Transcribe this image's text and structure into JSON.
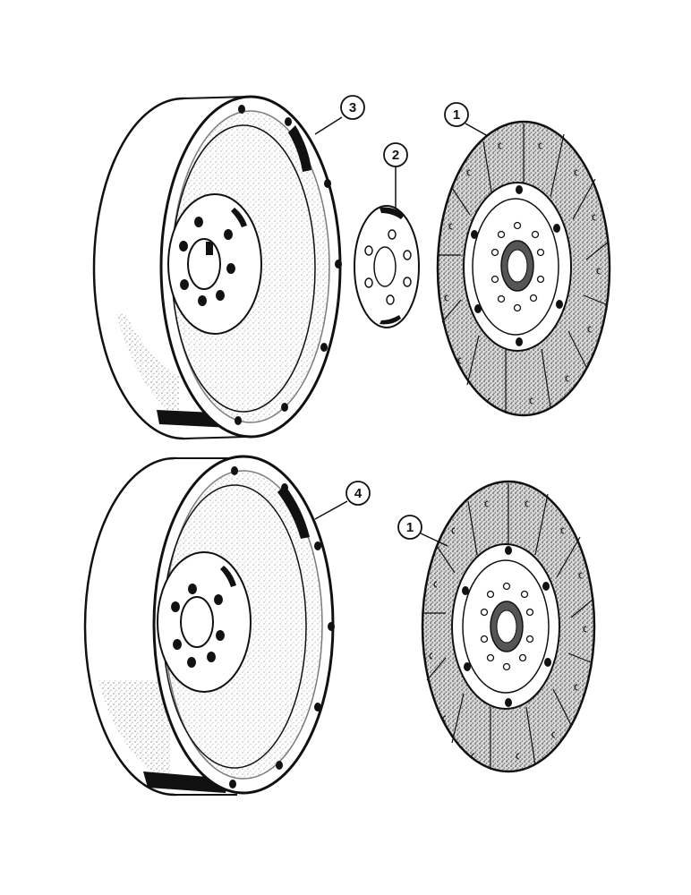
{
  "callouts": {
    "top_flywheel": "3",
    "spacer_plate": "2",
    "top_clutch_disc": "1",
    "bottom_flywheel": "4",
    "bottom_clutch_disc": "1"
  },
  "colors": {
    "ink": "#111111",
    "paper": "#ffffff",
    "shade": "#c9c9c9",
    "facing": "#b5b5b5"
  }
}
